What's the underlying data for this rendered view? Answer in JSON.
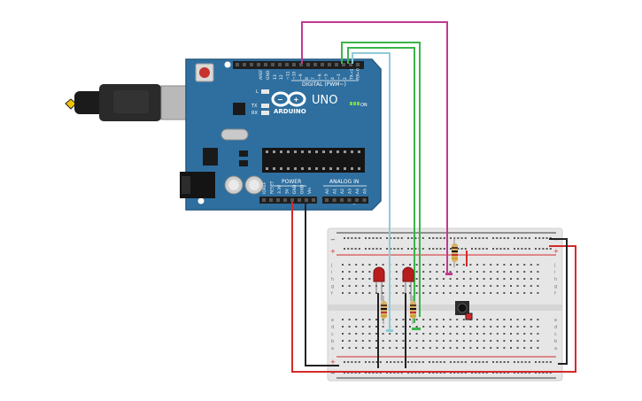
{
  "arduino": {
    "brand": "ARDUINO",
    "model": "UNO",
    "reset_label": "RESET",
    "aref_label": "AREF",
    "gnd_label": "GND",
    "pin_numbers": [
      "13",
      "12",
      "~11",
      "~10",
      "~9",
      "8",
      "7",
      "~6",
      "~5",
      "4",
      "~3",
      "2",
      "TX→1",
      "RX←0"
    ],
    "digital_label": "DIGITAL (PWM~)",
    "led_l_label": "L",
    "led_tx_label": "TX",
    "led_rx_label": "RX",
    "on_label": "ON",
    "power_label": "POWER",
    "analog_label": "ANALOG IN",
    "power_pins": [
      "IOREF",
      "RESET",
      "3.3V",
      "5V",
      "GND",
      "GND",
      "Vin"
    ],
    "analog_pins": [
      "A0",
      "A1",
      "A2",
      "A3",
      "A4",
      "A5"
    ],
    "logo_mark": "∞"
  },
  "breadboard": {
    "plus_sign": "+",
    "minus_sign": "−",
    "row_letters_top": [
      "j",
      "i",
      "h",
      "g",
      "f"
    ],
    "row_letters_bottom": [
      "e",
      "d",
      "c",
      "b",
      "a"
    ],
    "column_count": 30
  },
  "colors": {
    "board_blue": "#2f6f9f",
    "breadboard_body": "#e6e6e6",
    "wire_magenta": "#c1398f",
    "wire_green": "#3bb54a",
    "wire_lightblue": "#8fcbd6",
    "wire_black": "#222222",
    "wire_red": "#d42a2a",
    "led_red": "#b81e1e",
    "resistor_body": "#d8b06b"
  }
}
